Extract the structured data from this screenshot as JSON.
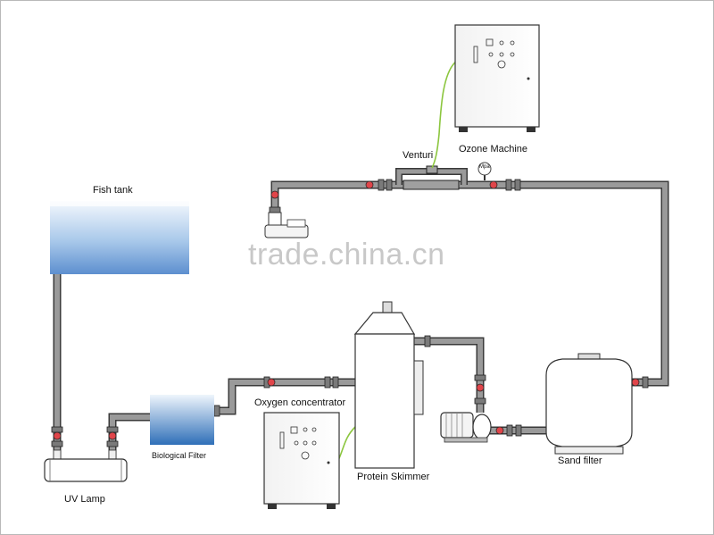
{
  "labels": {
    "fish_tank": "Fish tank",
    "ozone_machine": "Ozone Machine",
    "venturi": "Venturi",
    "oxygen_concentrator": "Oxygen concentrator",
    "protein_skimmer": "Protein Skimmer",
    "biological_filter": "Biological Filter",
    "sand_filter": "Sand filter",
    "uv_lamp": "UV Lamp",
    "gauge": "Mpa"
  },
  "watermark": "trade.china.cn",
  "colors": {
    "pipe": "#8c8c8c",
    "pipe_edge": "#3a3a3a",
    "valve": "#e0454a",
    "water_top": "#e9f2fb",
    "water_bottom": "#2d6db6",
    "oxygen_line": "#8cc63f"
  }
}
